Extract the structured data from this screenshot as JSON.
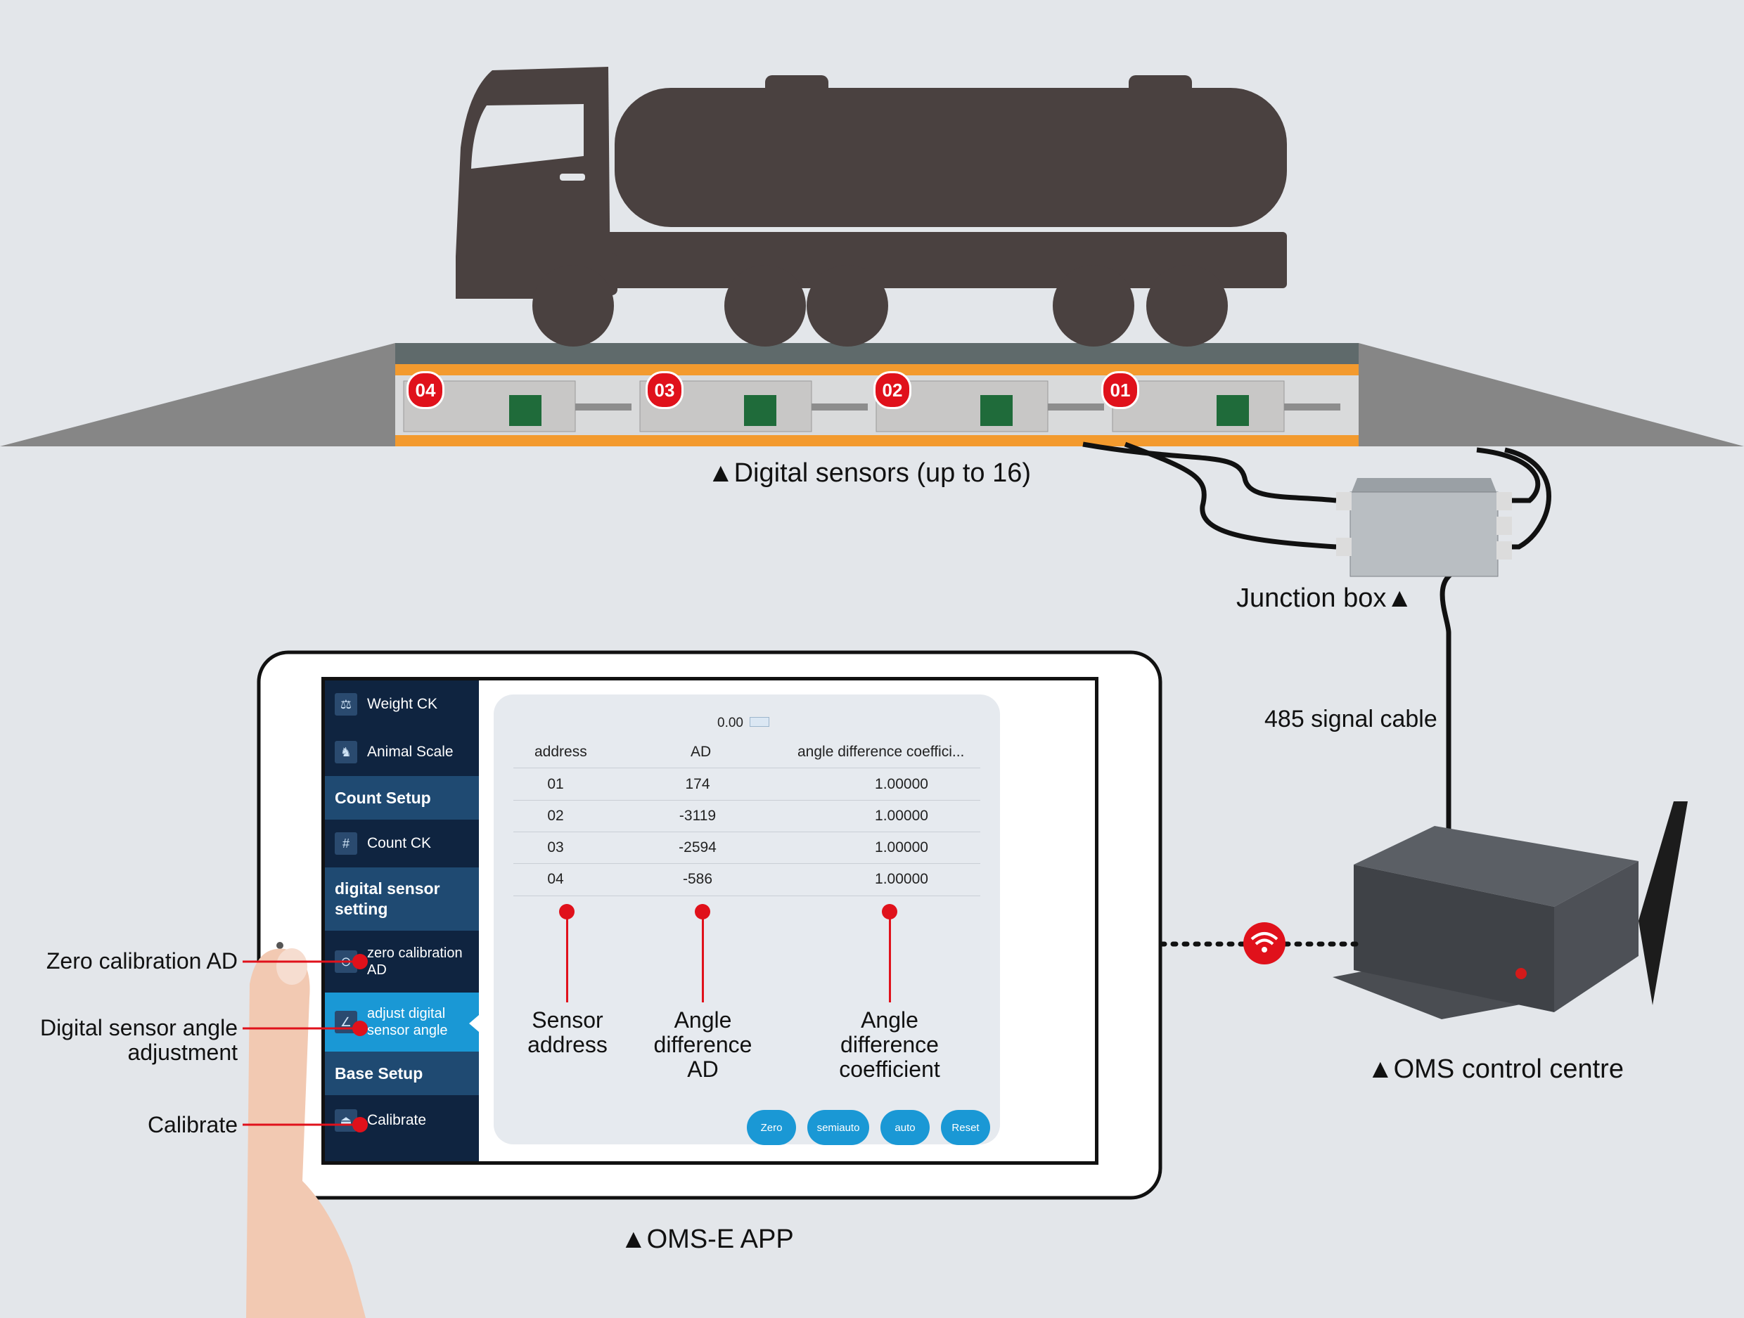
{
  "captions": {
    "digital_sensors": "▲Digital sensors (up to 16)",
    "junction_box": "Junction box▲",
    "signal_cable": "485 signal cable",
    "control_centre": "▲OMS control centre",
    "app": "▲OMS-E APP"
  },
  "sensors": [
    "04",
    "03",
    "02",
    "01"
  ],
  "sidebar": {
    "items": [
      {
        "label": "Weight CK",
        "icon": "scale-icon"
      },
      {
        "label": "Animal Scale",
        "icon": "cow-icon"
      },
      {
        "label": "Count Setup",
        "type": "header"
      },
      {
        "label": "Count CK",
        "icon": "count-icon"
      },
      {
        "label": "digital sensor setting",
        "type": "header"
      },
      {
        "label": "zero calibration AD",
        "icon": "zero-icon"
      },
      {
        "label": "adjust digital sensor angle",
        "icon": "angle-icon",
        "active": true
      },
      {
        "label": "Base Setup",
        "type": "header"
      },
      {
        "label": "Calibrate",
        "icon": "calibrate-icon"
      }
    ]
  },
  "panel": {
    "weight_value": "0.00",
    "columns": [
      "address",
      "AD",
      "angle difference coeffici..."
    ],
    "rows": [
      [
        "01",
        "174",
        "1.00000"
      ],
      [
        "02",
        "-3119",
        "1.00000"
      ],
      [
        "03",
        "-2594",
        "1.00000"
      ],
      [
        "04",
        "-586",
        "1.00000"
      ]
    ],
    "buttons": [
      "Zero",
      "semiauto",
      "auto",
      "Reset"
    ]
  },
  "annotations": {
    "sensor_address": "Sensor address",
    "angle_ad": "Angle difference AD",
    "angle_coef": "Angle difference coefficient"
  },
  "left_labels": {
    "zero": "Zero calibration AD",
    "angle_l1": "Digital sensor angle",
    "angle_l2": "adjustment",
    "calibrate": "Calibrate"
  },
  "colors": {
    "truck": "#4a4140",
    "ground": "#868686",
    "platform": "#5f6a6b",
    "orange": "#f39a2e",
    "sidebar": "#0f2440",
    "accent": "#1a98d5",
    "marker": "#e0111b"
  }
}
